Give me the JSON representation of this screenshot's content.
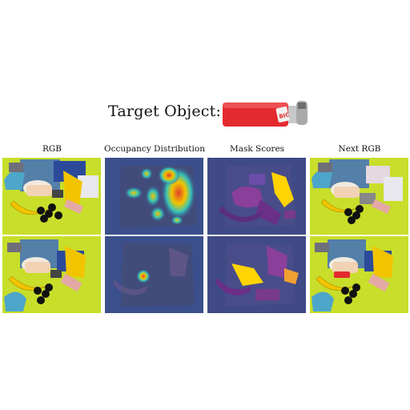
{
  "figure": {
    "target_label": "Target Object:",
    "target_icon": "red-lighter",
    "lighter_brand": "BIC",
    "columns": [
      {
        "key": "rgb",
        "label": "RGB"
      },
      {
        "key": "occupancy",
        "label": "Occupancy Distribution"
      },
      {
        "key": "mask",
        "label": "Mask Scores"
      },
      {
        "key": "next",
        "label": "Next RGB"
      }
    ],
    "rows": 2,
    "colors": {
      "background_rgb": "#c8de2a",
      "background_heat": "#3b4f8c",
      "background_mask": "#3f4a86",
      "lighter_red": "#e32a2e",
      "banana": "#f2c400",
      "heat_hot": "#e0422a",
      "mask_top": "#ffd400"
    }
  }
}
